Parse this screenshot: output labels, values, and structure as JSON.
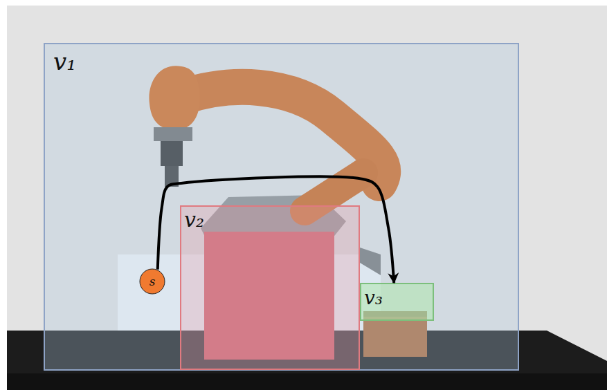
{
  "diagram": {
    "nodes": [
      {
        "text": [
          "v₁"
        ]
      },
      {
        "text": [
          "v₂"
        ],
        "in": 0
      },
      {
        "text": [
          "s"
        ],
        "in": 0
      },
      {
        "text": [
          "v₃"
        ],
        "in": 0
      }
    ],
    "edges": [
      {
        "from": 2,
        "to": 3,
        "arrow": "to"
      }
    ]
  }
}
